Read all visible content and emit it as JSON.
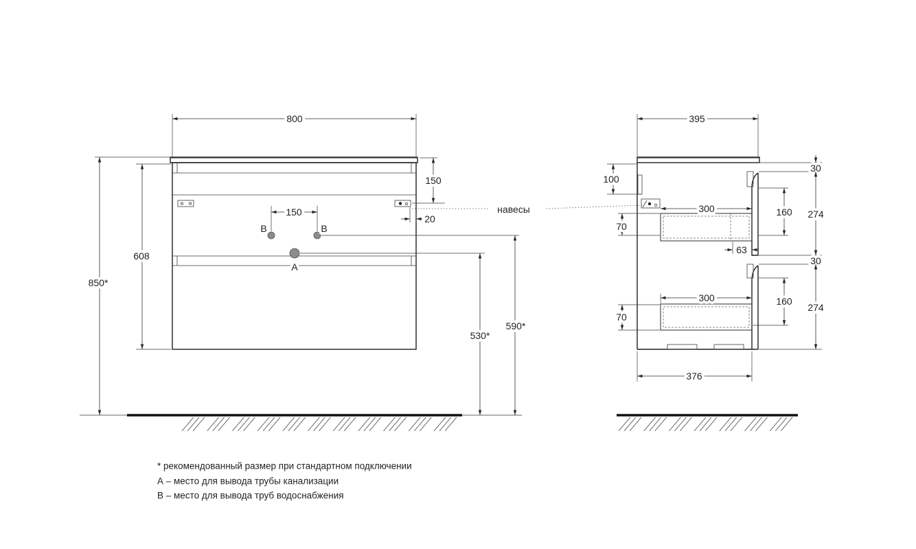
{
  "front_view": {
    "width": "800",
    "overall_height": "850*",
    "cabinet_height": "608",
    "hinge_drop": "150",
    "water_pipe_spacing": "150",
    "hinge_inset": "20",
    "water_pipe_left_marker": "В",
    "water_pipe_right_marker": "В",
    "drain_pipe_marker": "А",
    "drain_pipe_height": "530*",
    "water_pipe_height": "590*"
  },
  "hinges_callout": "навесы",
  "side_view": {
    "overall_depth": "395",
    "hinge_height": "100",
    "upper_drawer_depth": "300",
    "upper_drawer_box_height": "70",
    "drawer_front_offset": "63",
    "lower_drawer_depth": "300",
    "lower_drawer_box_height": "70",
    "carcass_depth": "376",
    "upper_handle_gap": "30",
    "upper_front_height": "274",
    "upper_drawer_side_height": "160",
    "lower_handle_gap": "30",
    "lower_front_height": "274",
    "lower_drawer_side_height": "160"
  },
  "legend": {
    "note_asterisk": "* рекомендованный размер при стандартном подключении",
    "note_a": "А – место для вывода трубы канализации",
    "note_b": "В – место для вывода труб водоснабжения"
  }
}
